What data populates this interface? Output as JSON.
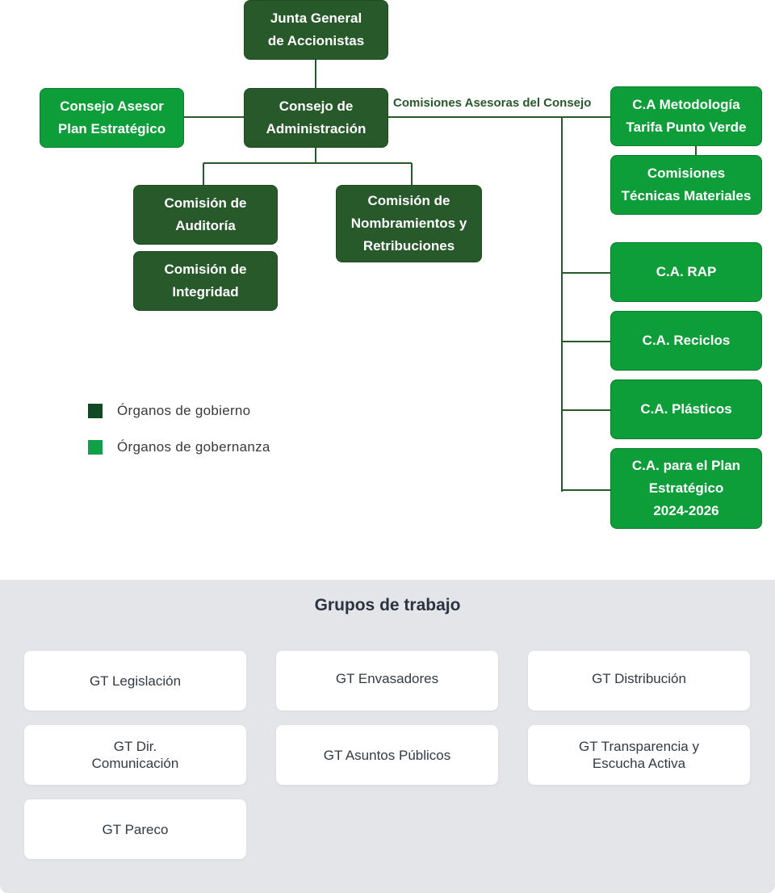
{
  "org": {
    "junta": [
      "Junta General",
      "de Accionistas"
    ],
    "consejo_admin": [
      "Consejo de",
      "Administración"
    ],
    "consejo_asesor": [
      "Consejo Asesor",
      "Plan Estratégico"
    ],
    "comisiones_label": "Comisiones Asesoras del Consejo",
    "auditoria": [
      "Comisión de",
      "Auditoría"
    ],
    "integridad": [
      "Comisión de",
      "Integridad"
    ],
    "nombramientos": [
      "Comisión de",
      "Nombramientos y",
      "Retribuciones"
    ],
    "metodologia": [
      "C.A Metodología",
      "Tarifa Punto Verde"
    ],
    "tecnicas": [
      "Comisiones",
      "Técnicas Materiales"
    ],
    "rap": [
      "C.A. RAP"
    ],
    "reciclos": [
      "C.A. Reciclos"
    ],
    "plasticos": [
      "C.A. Plásticos"
    ],
    "plan": [
      "C.A. para el Plan",
      "Estratégico",
      "2024-2026"
    ]
  },
  "legend": {
    "gobierno": "Órganos de gobierno",
    "gobernanza": "Órganos de gobernanza"
  },
  "colors": {
    "gobierno": "#27592a",
    "gobernanza": "#0d9e3a",
    "legend_gobierno": "#0f4a25",
    "legend_gobernanza": "#11a04a"
  },
  "grupos": {
    "title": "Grupos de trabajo",
    "legislacion": [
      "GT Legislación"
    ],
    "envasadores": [
      "GT Envasadores"
    ],
    "distribucion": [
      "GT Distribución"
    ],
    "dir_comunicacion": [
      "GT Dir.",
      "Comunicación"
    ],
    "asuntos_publicos": [
      "GT Asuntos Públicos"
    ],
    "transparencia": [
      "GT Transparencia y",
      "Escucha Activa"
    ],
    "pareco": [
      "GT Pareco"
    ]
  }
}
